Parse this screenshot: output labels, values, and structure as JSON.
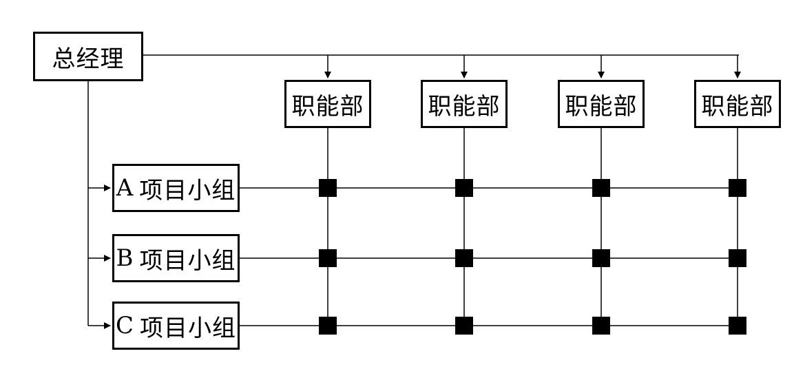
{
  "general_manager": {
    "label": "总经理"
  },
  "departments": [
    {
      "label": "职能部"
    },
    {
      "label": "职能部"
    },
    {
      "label": "职能部"
    },
    {
      "label": "职能部"
    }
  ],
  "projects": [
    {
      "letter": "A",
      "label": "项目小组"
    },
    {
      "letter": "B",
      "label": "项目小组"
    },
    {
      "letter": "C",
      "label": "项目小组"
    }
  ],
  "colors": {
    "line": "#000000",
    "node": "#000000",
    "background": "#ffffff"
  }
}
